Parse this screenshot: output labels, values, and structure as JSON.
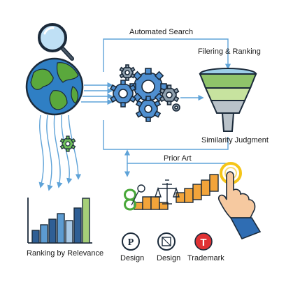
{
  "labels": {
    "automated_search": "Automated Search",
    "filtering_ranking": "Filering & Ranking",
    "similarity_judgment": "Similarity Judgment",
    "prior_art": "Prior Art",
    "ranking_by_relevance": "Ranking by Relevance",
    "design_1": "Design",
    "design_2": "Design",
    "trademark": "Trademark"
  },
  "colors": {
    "arrow": "#5fa3d8",
    "outline": "#1b2a3a",
    "gear": "#4f8fd0",
    "gear_small": "#6fbf5a",
    "funnel_top": "#9ccfe8",
    "funnel_green": "#8fc46a",
    "funnel_band": "#c7e39f",
    "funnel_bottom": "#b9c2c9",
    "earth_ocean": "#2f7fc4",
    "earth_land": "#5aa83c",
    "magnifier_lens": "#bfe0f5",
    "bar_light": "#a8c9e6",
    "bar_mid": "#5c9bd1",
    "bar_dark": "#2f5f95",
    "bar_green": "#a6cf78",
    "stairs": "#f2a43a",
    "hand_skin": "#f6c9a0",
    "cuff": "#2f6db3",
    "tap_ring": "#f5c518",
    "trademark_red": "#e03234"
  },
  "icons": [
    "magnifier-icon",
    "globe-icon",
    "gears-icon",
    "small-gear-icon",
    "funnel-icon",
    "bar-chart-icon",
    "stairs-icon",
    "hand-pointer-icon",
    "tap-ring-icon",
    "scale-icon",
    "figure-eight-icon",
    "patent-p-icon",
    "design-frame-icon",
    "trademark-t-icon"
  ]
}
